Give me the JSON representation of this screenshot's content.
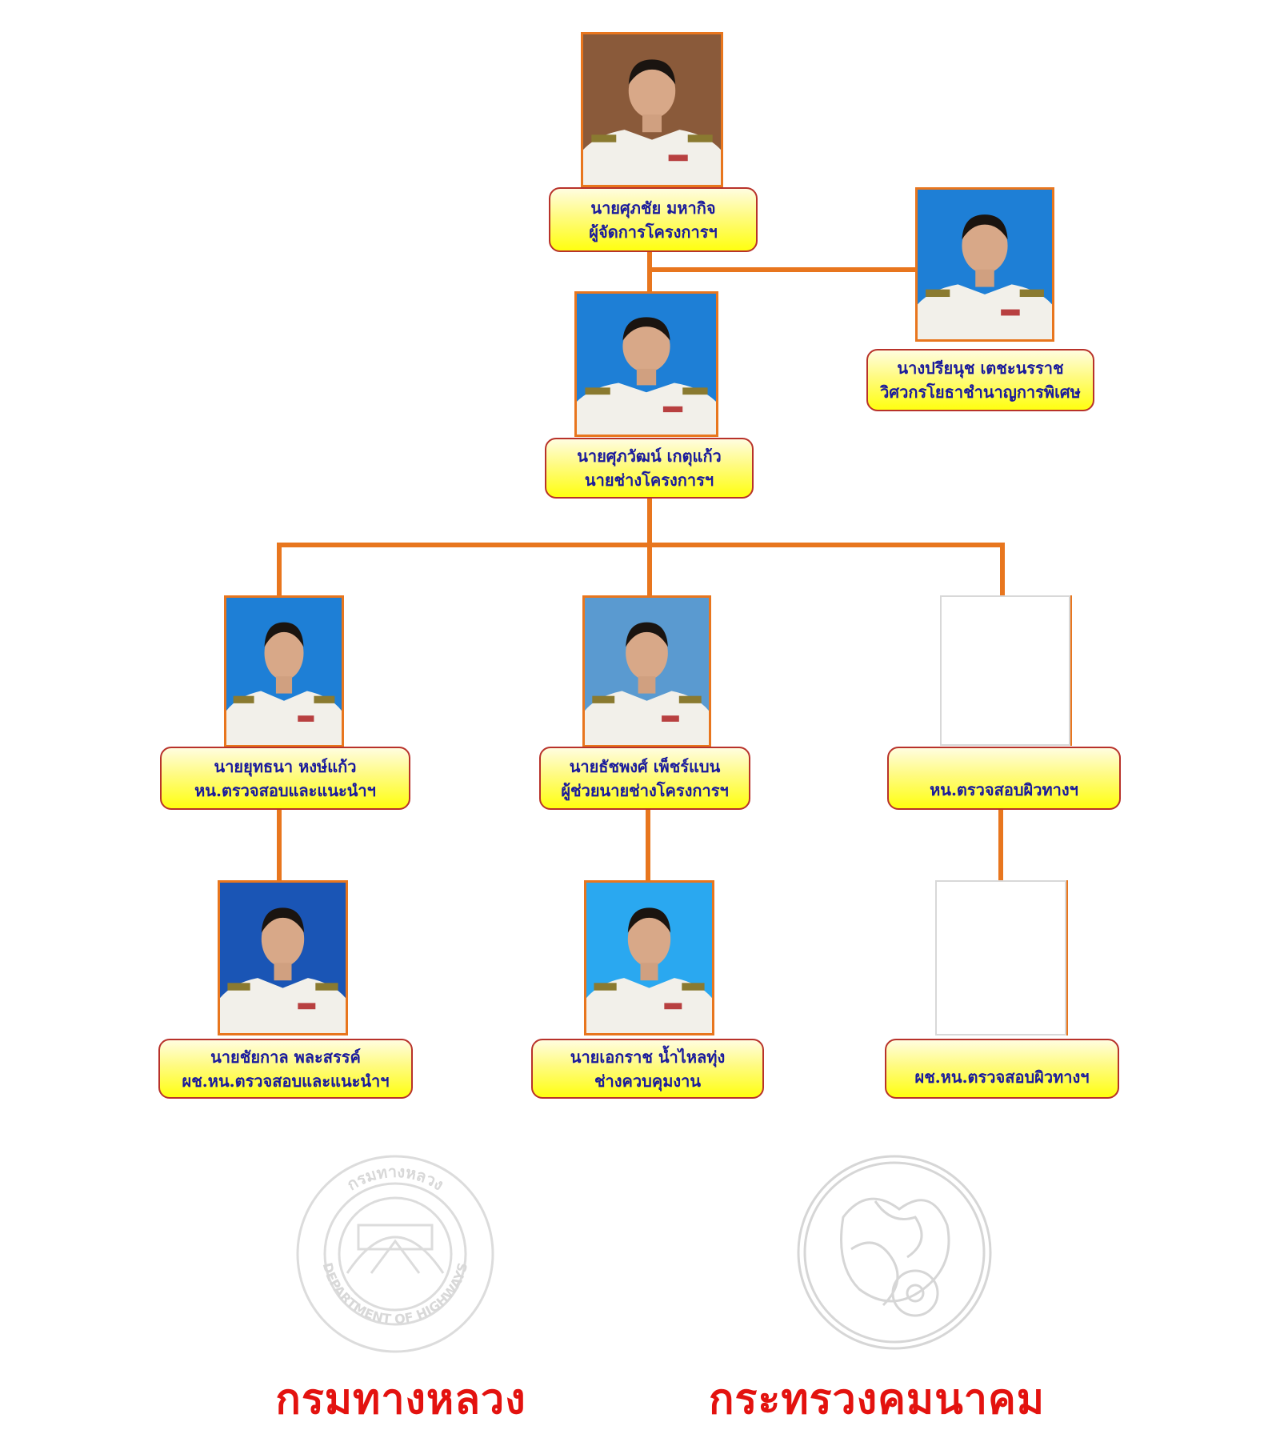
{
  "chart": {
    "nodes": [
      {
        "id": "manager",
        "name": "นายศุภชัย  มหากิจ",
        "title": "ผู้จัดการโครงการฯ",
        "photo": "portrait-ceremonial"
      },
      {
        "id": "specialist",
        "name": "นางปรียนุช  เตชะนรราช",
        "title": "วิศวกรโยธาชำนาญการพิเศษ",
        "photo": "portrait"
      },
      {
        "id": "engineer",
        "name": "นายศุภวัฒน์  เกตุแก้ว",
        "title": "นายช่างโครงการฯ",
        "photo": "portrait"
      },
      {
        "id": "inspection-head",
        "name": "นายยุทธนา  หงษ์แก้ว",
        "title": "หน.ตรวจสอบและแนะนำฯ",
        "photo": "portrait"
      },
      {
        "id": "assistant-engineer",
        "name": "นายธัชพงศ์  เพ็ชร์แบน",
        "title": "ผู้ช่วยนายช่างโครงการฯ",
        "photo": "portrait"
      },
      {
        "id": "surface-head",
        "name": "",
        "title": "หน.ตรวจสอบผิวทางฯ",
        "photo": "blank"
      },
      {
        "id": "inspection-assistant",
        "name": "นายชัยกาล  พละสรรค์",
        "title": "ผช.หน.ตรวจสอบและแนะนำฯ",
        "photo": "portrait"
      },
      {
        "id": "supervisor",
        "name": "นายเอกราช  น้ำไหลทุ่ง",
        "title": "ช่างควบคุมงาน",
        "photo": "portrait"
      },
      {
        "id": "surface-assistant",
        "name": "",
        "title": "ผช.หน.ตรวจสอบผิวทางฯ",
        "photo": "blank"
      }
    ]
  },
  "seals": {
    "left_ring_text": "กรมทางหลวง DEPARTMENT OF HIGHWAYS",
    "right_ring_text": ""
  },
  "footer": {
    "left": "กรมทางหลวง",
    "right": "กระทรวงคมนาคม"
  },
  "colors": {
    "connector": "#e8761e",
    "box_border": "#b8322a",
    "text": "#1a1a9c",
    "footer": "#e3120f"
  }
}
